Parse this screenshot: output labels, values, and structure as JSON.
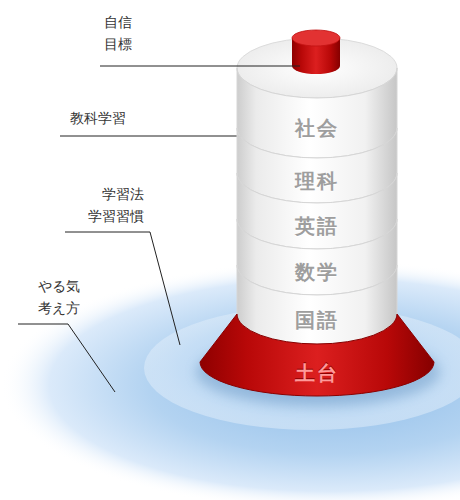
{
  "diagram": {
    "nodes": [
      {
        "text": [
          "社会"
        ]
      },
      {
        "text": [
          "理科"
        ]
      },
      {
        "text": [
          "英語"
        ]
      },
      {
        "text": [
          "数学"
        ]
      },
      {
        "text": [
          "国語"
        ]
      },
      {
        "text": [
          "土台"
        ]
      }
    ],
    "labels": [
      "自信 目標",
      "教科学習",
      "学習法 学習習慣",
      "やる気 考え方"
    ]
  }
}
